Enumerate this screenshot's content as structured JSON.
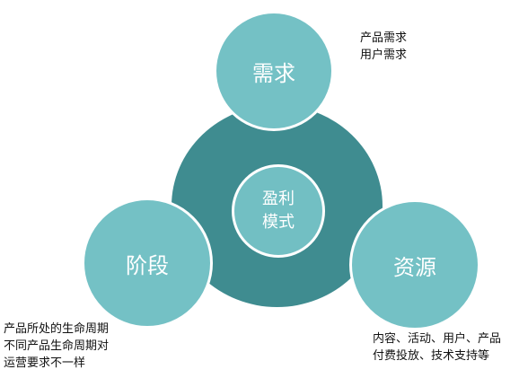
{
  "diagram": {
    "center": {
      "line1": "盈利",
      "line2": "模式"
    },
    "nodes": {
      "top": {
        "label": "需求"
      },
      "left": {
        "label": "阶段"
      },
      "right": {
        "label": "资源"
      }
    },
    "notes": {
      "top": [
        "产品需求",
        "用户需求"
      ],
      "left": [
        "产品所处的生命周期",
        "不同产品生命周期对",
        "运营要求不一样"
      ],
      "right": [
        "内容、活动、用户、产品",
        "付费投放、技术支持等"
      ]
    },
    "colors": {
      "center_ring": "#3f8c90",
      "node_fill": "#74c1c5",
      "center_fill": "#72bfc3",
      "text_dark": "#111111",
      "text_light": "#ffffff"
    }
  }
}
